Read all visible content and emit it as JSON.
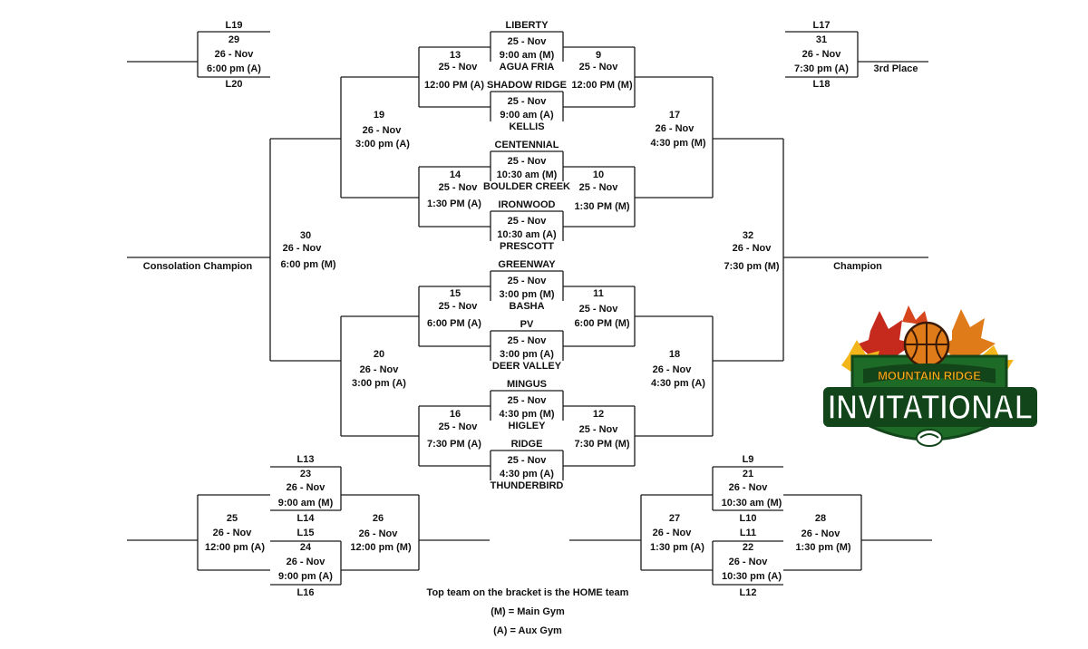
{
  "teams": {
    "liberty": "LIBERTY",
    "agua_fria": "AGUA FRIA",
    "shadow_ridge": "SHADOW RIDGE",
    "kellis": "KELLIS",
    "centennial": "CENTENNIAL",
    "boulder_creek": "BOULDER CREEK",
    "ironwood": "IRONWOOD",
    "prescott": "PRESCOTT",
    "greenway": "GREENWAY",
    "basha": "BASHA",
    "pv": "PV",
    "deer_valley": "DEER VALLEY",
    "mingus": "MINGUS",
    "higley": "HIGLEY",
    "ridge": "RIDGE",
    "thunderbird": "THUNDERBIRD"
  },
  "games": {
    "g1": {
      "date": "25 - Nov",
      "time": "9:00 am (M)"
    },
    "g2": {
      "date": "25 - Nov",
      "time": "9:00 am (A)"
    },
    "g3": {
      "date": "25 - Nov",
      "time": "10:30 am (M)"
    },
    "g4": {
      "date": "25 - Nov",
      "time": "10:30 am (A)"
    },
    "g5": {
      "date": "25 - Nov",
      "time": "3:00 pm (M)"
    },
    "g6": {
      "date": "25 - Nov",
      "time": "3:00 pm (A)"
    },
    "g7": {
      "date": "25 - Nov",
      "time": "4:30 pm (M)"
    },
    "g8": {
      "date": "25 - Nov",
      "time": "4:30 pm (A)"
    },
    "g9": {
      "num": "9",
      "date": "25 - Nov",
      "time": "12:00 PM (M)"
    },
    "g10": {
      "num": "10",
      "date": "25 - Nov",
      "time": "1:30 PM (M)"
    },
    "g11": {
      "num": "11",
      "date": "25 - Nov",
      "time": "6:00 PM (M)"
    },
    "g12": {
      "num": "12",
      "date": "25 - Nov",
      "time": "7:30 PM (M)"
    },
    "g13": {
      "num": "13",
      "date": "25 - Nov",
      "time": "12:00 PM (A)"
    },
    "g14": {
      "num": "14",
      "date": "25 - Nov",
      "time": "1:30 PM (A)"
    },
    "g15": {
      "num": "15",
      "date": "25 - Nov",
      "time": "6:00 PM (A)"
    },
    "g16": {
      "num": "16",
      "date": "25 - Nov",
      "time": "7:30 PM (A)"
    },
    "g17": {
      "num": "17",
      "date": "26 - Nov",
      "time": "4:30 pm (M)"
    },
    "g18": {
      "num": "18",
      "date": "26 - Nov",
      "time": "4:30 pm (A)"
    },
    "g19": {
      "num": "19",
      "date": "26 - Nov",
      "time": "3:00 pm (A)"
    },
    "g20": {
      "num": "20",
      "date": "26 - Nov",
      "time": "3:00 pm (A)"
    },
    "g21": {
      "num": "21",
      "date": "26 - Nov",
      "time": "10:30 am (M)"
    },
    "g22": {
      "num": "22",
      "date": "26 - Nov",
      "time": "10:30 pm (A)"
    },
    "g23": {
      "num": "23",
      "date": "26 - Nov",
      "time": "9:00 am (M)"
    },
    "g24": {
      "num": "24",
      "date": "26 - Nov",
      "time": "9:00 pm (A)"
    },
    "g25": {
      "num": "25",
      "date": "26 - Nov",
      "time": "12:00 pm (A)"
    },
    "g26": {
      "num": "26",
      "date": "26 - Nov",
      "time": "12:00 pm (M)"
    },
    "g27": {
      "num": "27",
      "date": "26 - Nov",
      "time": "1:30 pm (A)"
    },
    "g28": {
      "num": "28",
      "date": "26 - Nov",
      "time": "1:30 pm (M)"
    },
    "g29": {
      "num": "29",
      "date": "26 - Nov",
      "time": "6:00 pm (A)"
    },
    "g30": {
      "num": "30",
      "date": "26 - Nov",
      "time": "6:00 pm (M)"
    },
    "g31": {
      "num": "31",
      "date": "26 - Nov",
      "time": "7:30 pm (A)"
    },
    "g32": {
      "num": "32",
      "date": "26 - Nov",
      "time": "7:30 pm (M)"
    }
  },
  "seeds": {
    "l9": "L9",
    "l10": "L10",
    "l11": "L11",
    "l12": "L12",
    "l13": "L13",
    "l14": "L14",
    "l15": "L15",
    "l16": "L16",
    "l17": "L17",
    "l18": "L18",
    "l19": "L19",
    "l20": "L20"
  },
  "results": {
    "consolation": "Consolation Champion",
    "champion": "Champion",
    "third_place": "3rd Place"
  },
  "notes": {
    "home": "Top team on the bracket is the HOME team",
    "main_gym": "(M) = Main Gym",
    "aux_gym": "(A) = Aux Gym"
  },
  "logo": {
    "line1": "MOUNTAIN RIDGE",
    "line2": "INVITATIONAL",
    "colors": {
      "green": "#1e6b27",
      "dark_green": "#12451a",
      "orange": "#e07b1a",
      "red": "#c62a1c",
      "yellow": "#f2b61b"
    }
  }
}
